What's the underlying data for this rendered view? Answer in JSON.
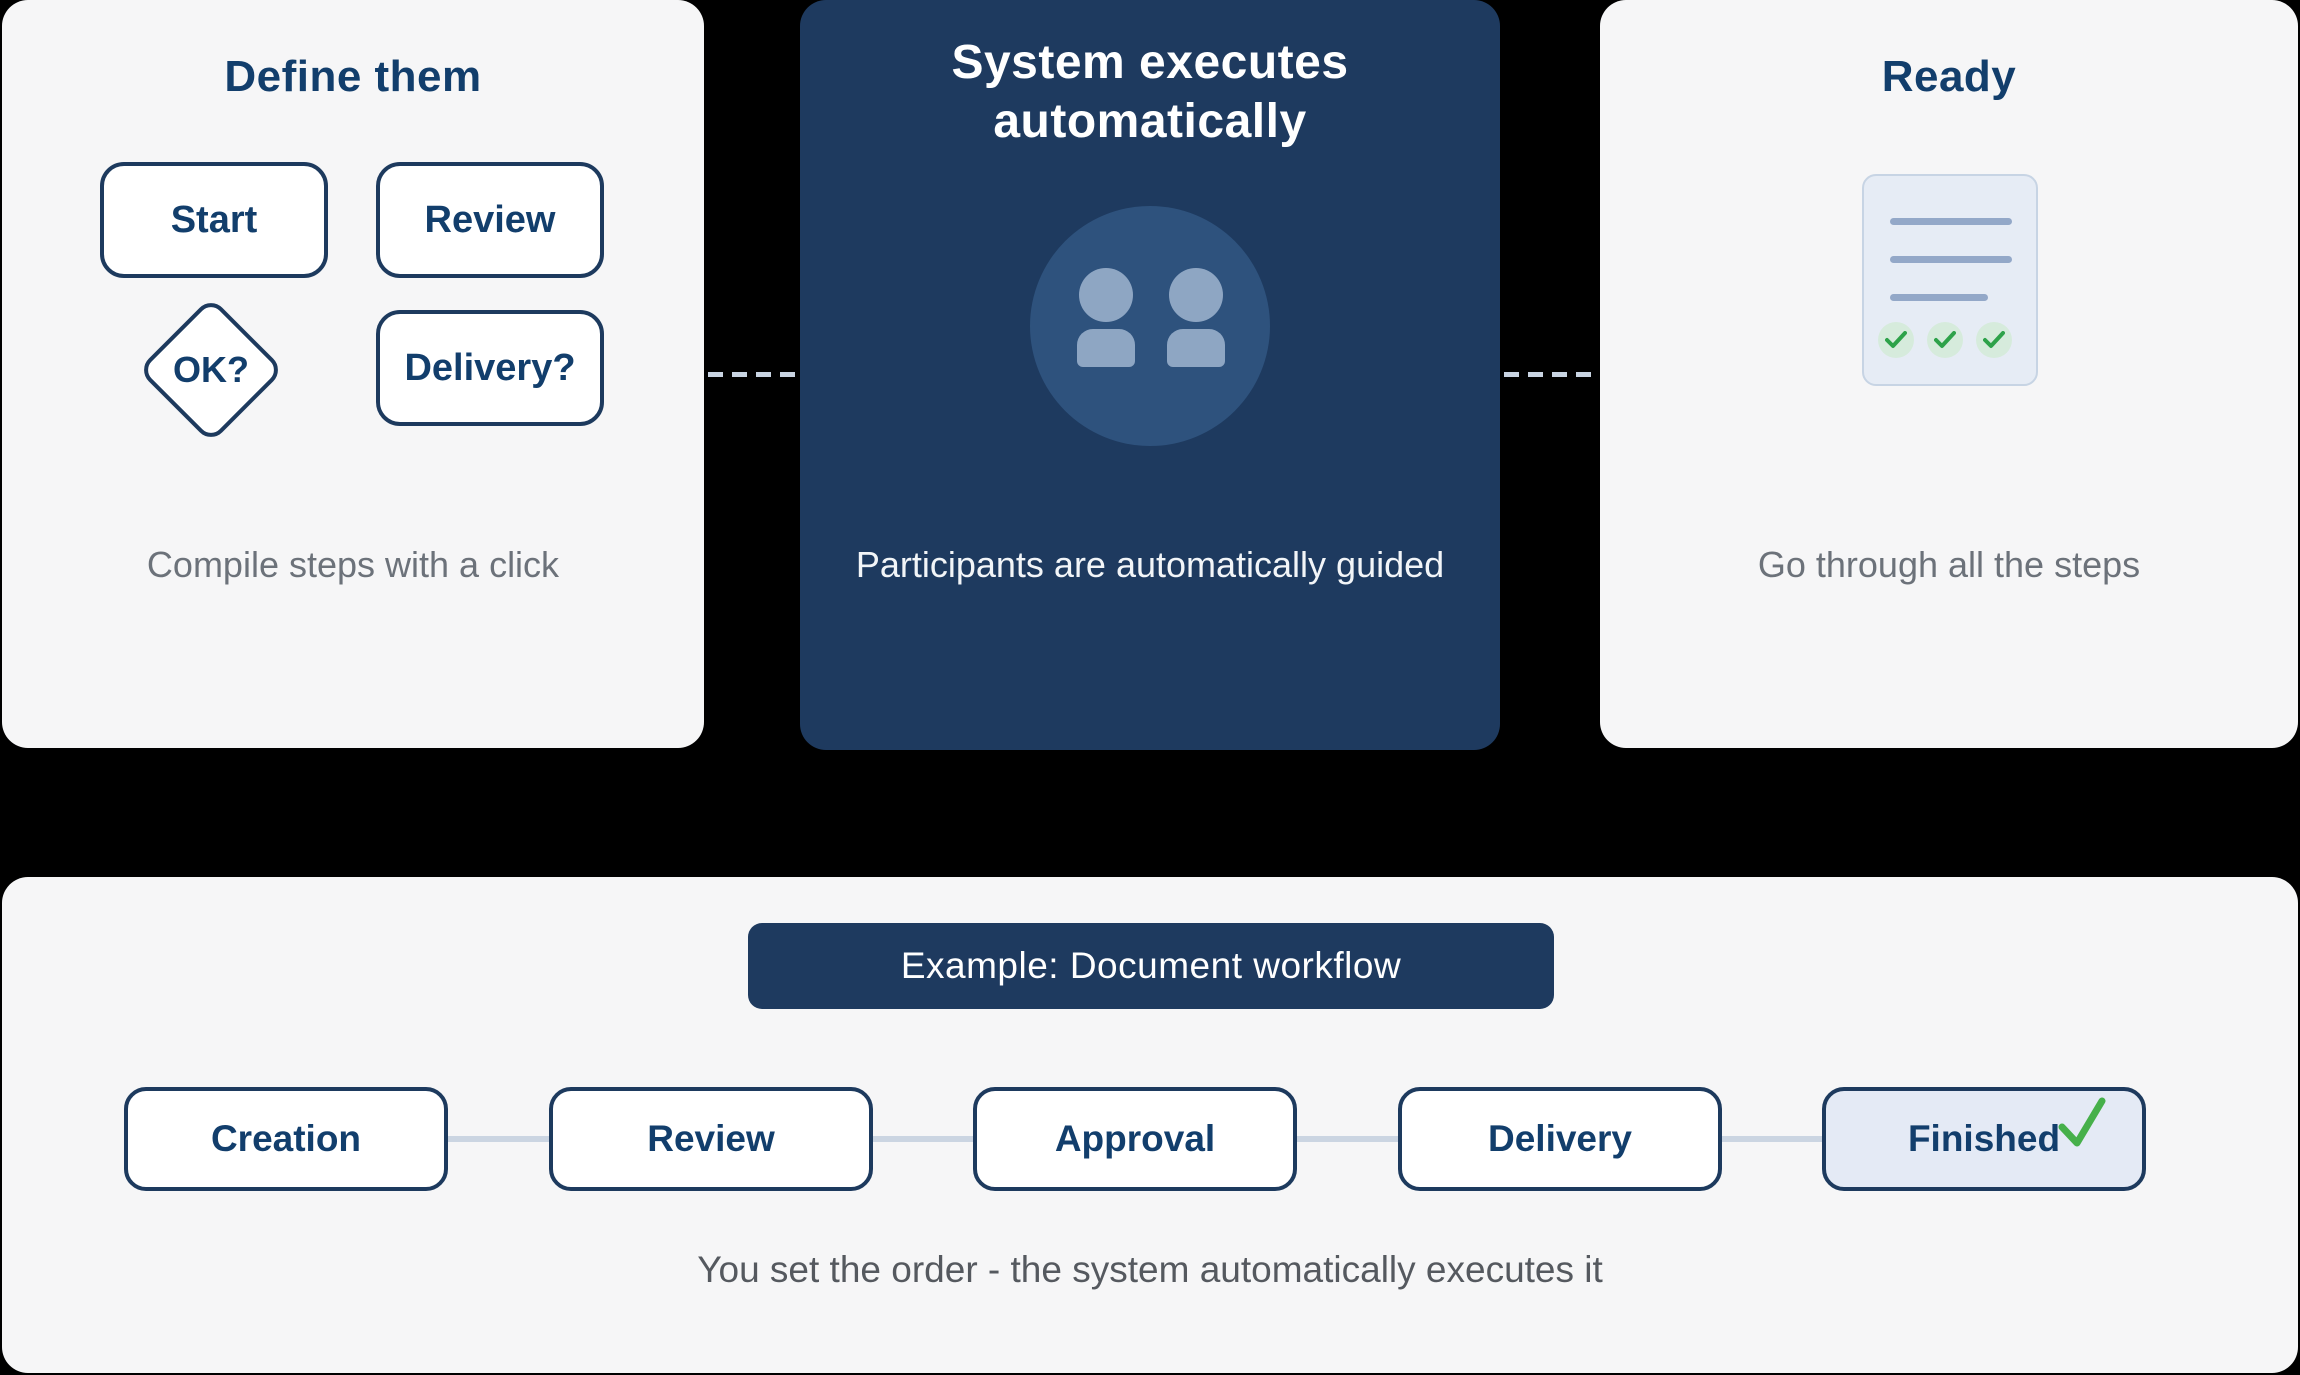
{
  "top_cards": {
    "define": {
      "title": "Define them",
      "caption": "Compile steps with a click",
      "shapes": {
        "start": "Start",
        "review": "Review",
        "ok": "OK?",
        "delivery": "Delivery?"
      }
    },
    "system": {
      "title_line1": "System executes",
      "title_line2": "automatically",
      "caption": "Participants are automatically guided"
    },
    "ready": {
      "title": "Ready",
      "caption": "Go through all the steps"
    }
  },
  "example": {
    "badge": "Example: Document workflow",
    "steps": [
      {
        "label": "Creation"
      },
      {
        "label": "Review"
      },
      {
        "label": "Approval"
      },
      {
        "label": "Delivery"
      },
      {
        "label": "Finished",
        "completed": true
      }
    ],
    "caption": "You set the order - the system automatically executes it"
  },
  "icons": {
    "middle_graphic": "two-users-icon",
    "ready_graphic": "document-with-checks-icon",
    "finished_step": "green-check-icon"
  },
  "colors": {
    "background": "#000000",
    "light_card": "#F6F6F7",
    "navy": "#1E3A5F",
    "navy_text": "#123E6C",
    "circle_accent": "#2E527D",
    "person_icon": "#8EA6C3",
    "dash_connector": "#C9D4E2",
    "step_connector": "#CBD5E2",
    "doc_fill": "#E6ECF5",
    "doc_lines": "#93A8C8",
    "check_green": "#3AA54B",
    "finished_fill": "#E4EAF5",
    "caption_gray": "#6C727A"
  }
}
